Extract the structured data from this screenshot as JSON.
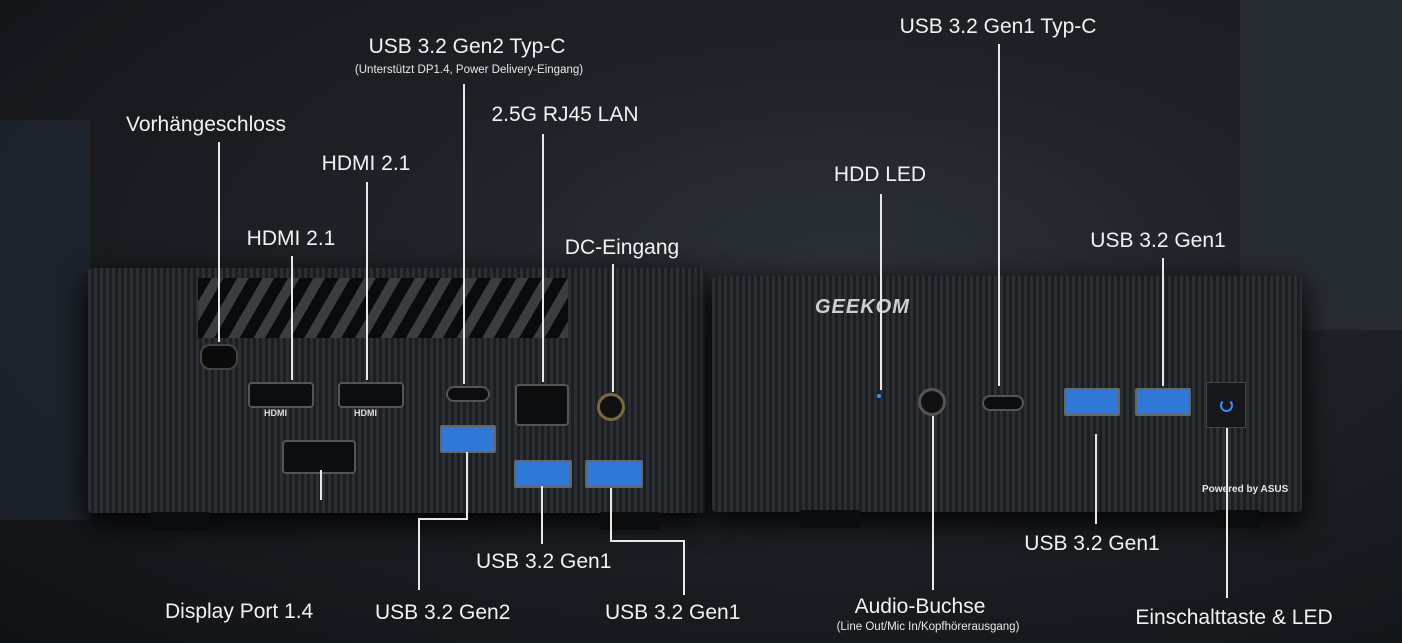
{
  "labels": {
    "usb_gen2_typc": "USB 3.2 Gen2 Typ-C",
    "usb_gen2_typc_note": "(Unterstützt DP1.4, Power Delivery-Eingang)",
    "padlock": "Vorhängeschloss",
    "hdmi_2": "HDMI 2.1",
    "hdmi_1": "HDMI 2.1",
    "lan": "2.5G RJ45 LAN",
    "dc_in": "DC-Eingang",
    "displayport": "Display Port 1.4",
    "usb_gen2": "USB 3.2 Gen2",
    "usb_gen1_mid": "USB 3.2 Gen1",
    "usb_gen1_left_bottom": "USB 3.2 Gen1",
    "usb_gen1_typc": "USB 3.2 Gen1 Typ-C",
    "hdd_led": "HDD LED",
    "usb_gen1_right_top": "USB 3.2 Gen1",
    "audio": "Audio-Buchse",
    "audio_note": "(Line Out/Mic In/Kopfhörerausgang)",
    "usb_gen1_right_bottom": "USB 3.2 Gen1",
    "power": "Einschalttaste & LED"
  },
  "device": {
    "brand": "GEEKOM",
    "powered_by": "Powered by ASUS",
    "hdmi_port_text": "HDMI"
  },
  "colors": {
    "usb3_blue": "#2f78d6",
    "power_led": "#3a8cff"
  }
}
